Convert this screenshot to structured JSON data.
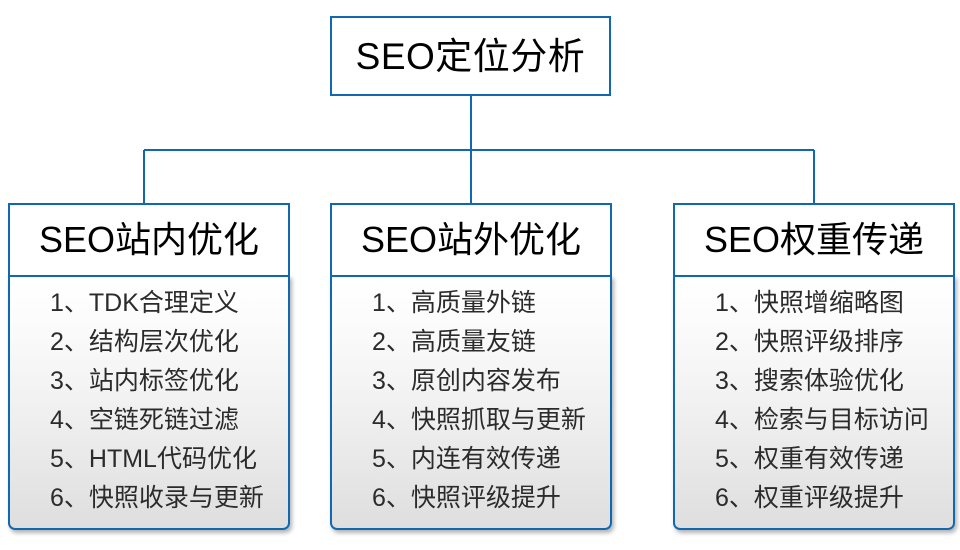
{
  "diagram": {
    "type": "org-chart",
    "root": {
      "title": "SEO定位分析"
    },
    "colors": {
      "border": "#1068B0",
      "text": "#000000",
      "item_text": "#2b2b2b",
      "panel_top": "#ffffff",
      "panel_bottom": "#dedede"
    },
    "branches": [
      {
        "header": "SEO站内优化",
        "items": [
          {
            "index": "1、",
            "label": "TDK合理定义"
          },
          {
            "index": "2、",
            "label": "结构层次优化"
          },
          {
            "index": "3、",
            "label": "站内标签优化"
          },
          {
            "index": "4、",
            "label": "空链死链过滤"
          },
          {
            "index": "5、",
            "label": "HTML代码优化"
          },
          {
            "index": "6、",
            "label": "快照收录与更新"
          }
        ]
      },
      {
        "header": "SEO站外优化",
        "items": [
          {
            "index": "1、",
            "label": "高质量外链"
          },
          {
            "index": "2、",
            "label": "高质量友链"
          },
          {
            "index": "3、",
            "label": "原创内容发布"
          },
          {
            "index": "4、",
            "label": "快照抓取与更新"
          },
          {
            "index": "5、",
            "label": "内连有效传递"
          },
          {
            "index": "6、",
            "label": "快照评级提升"
          }
        ]
      },
      {
        "header": "SEO权重传递",
        "items": [
          {
            "index": "1、",
            "label": "快照增缩略图"
          },
          {
            "index": "2、",
            "label": "快照评级排序"
          },
          {
            "index": "3、",
            "label": "搜索体验优化"
          },
          {
            "index": "4、",
            "label": "检索与目标访问"
          },
          {
            "index": "5、",
            "label": "权重有效传递"
          },
          {
            "index": "6、",
            "label": "权重评级提升"
          }
        ]
      }
    ]
  }
}
